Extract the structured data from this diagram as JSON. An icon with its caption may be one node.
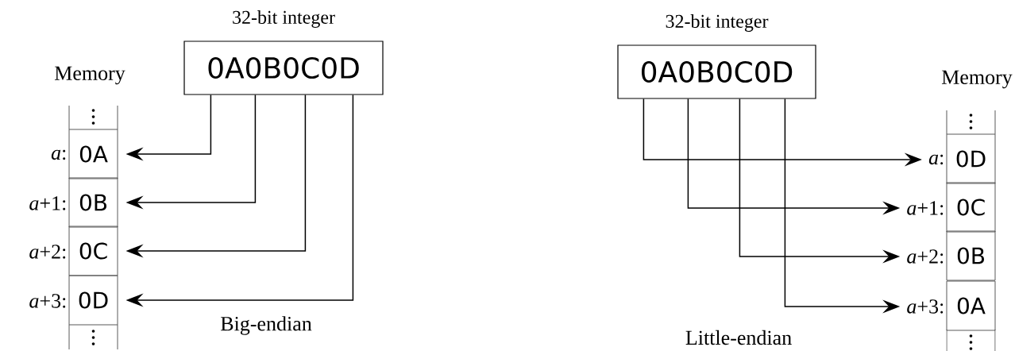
{
  "diagram": {
    "nodes": [
      {
        "text": [
          "32-bit integer",
          "0A0B0C0D"
        ]
      },
      {
        "text": [
          "0A"
        ],
        "beside": [
          "*a*:"
        ]
      },
      {
        "text": [
          "0B"
        ],
        "beside": [
          "*a*+1:"
        ]
      },
      {
        "text": [
          "0C"
        ],
        "beside": [
          "*a*+2:"
        ]
      },
      {
        "text": [
          "0D"
        ],
        "beside": [
          "*a*+3:"
        ]
      },
      {
        "text": [
          "32-bit integer",
          "0A0B0C0D"
        ]
      },
      {
        "text": [
          "0D"
        ],
        "beside": [
          "*a*:"
        ]
      },
      {
        "text": [
          "0C"
        ],
        "beside": [
          "*a*+1:"
        ]
      },
      {
        "text": [
          "0B"
        ],
        "beside": [
          "*a*+2:"
        ]
      },
      {
        "text": [
          "0A"
        ],
        "beside": [
          "*a*+3:"
        ]
      }
    ],
    "edges": [
      {
        "from": 0,
        "to": 1,
        "arrow": "to"
      },
      {
        "from": 0,
        "to": 2,
        "arrow": "to"
      },
      {
        "from": 0,
        "to": 3,
        "arrow": "to"
      },
      {
        "from": 0,
        "to": 4,
        "arrow": "to"
      },
      {
        "from": 5,
        "to": 6,
        "arrow": "to"
      },
      {
        "from": 5,
        "to": 7,
        "arrow": "to"
      },
      {
        "from": 5,
        "to": 8,
        "arrow": "to"
      },
      {
        "from": 5,
        "to": 9,
        "arrow": "to"
      }
    ],
    "labels": [
      "Memory",
      "Big-endian",
      "Memory",
      "Little-endian"
    ]
  }
}
